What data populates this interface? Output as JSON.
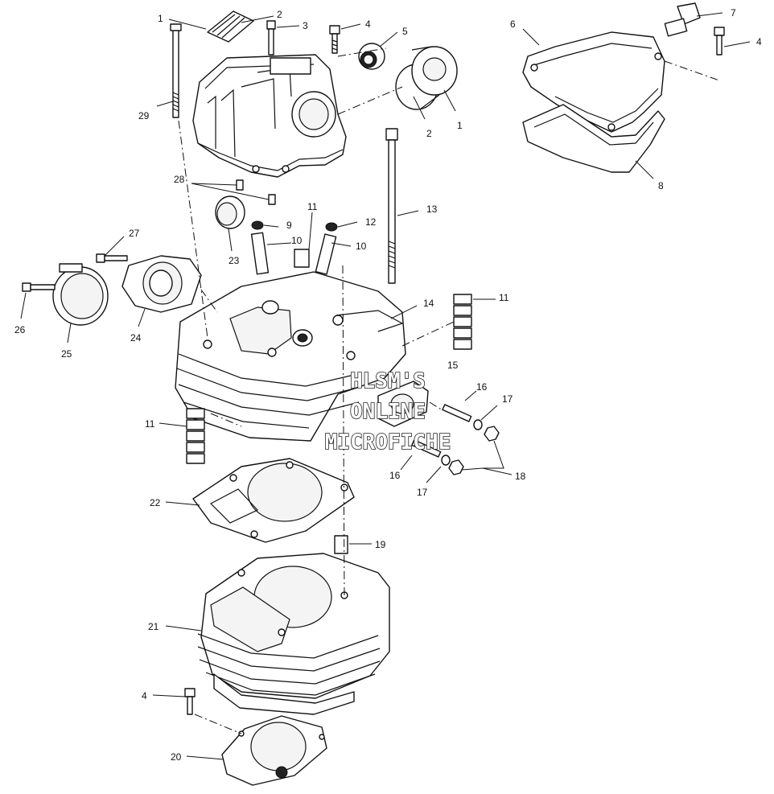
{
  "watermark": {
    "line1": "HLSM'S",
    "line2": "ONLINE",
    "line3": "MICROFICHE"
  },
  "callouts": [
    {
      "id": "c1a",
      "label": "1"
    },
    {
      "id": "c2a",
      "label": "2"
    },
    {
      "id": "c3",
      "label": "3"
    },
    {
      "id": "c4a",
      "label": "4"
    },
    {
      "id": "c5",
      "label": "5"
    },
    {
      "id": "c6",
      "label": "6"
    },
    {
      "id": "c7",
      "label": "7"
    },
    {
      "id": "c4b",
      "label": "4"
    },
    {
      "id": "c29",
      "label": "29"
    },
    {
      "id": "c2b",
      "label": "2"
    },
    {
      "id": "c1b",
      "label": "1"
    },
    {
      "id": "c8",
      "label": "8"
    },
    {
      "id": "c28",
      "label": "28"
    },
    {
      "id": "c11a",
      "label": "11"
    },
    {
      "id": "c13",
      "label": "13"
    },
    {
      "id": "c9",
      "label": "9"
    },
    {
      "id": "c12",
      "label": "12"
    },
    {
      "id": "c10a",
      "label": "10"
    },
    {
      "id": "c10b",
      "label": "10"
    },
    {
      "id": "c27",
      "label": "27"
    },
    {
      "id": "c23",
      "label": "23"
    },
    {
      "id": "c11b",
      "label": "11"
    },
    {
      "id": "c14",
      "label": "14"
    },
    {
      "id": "c26",
      "label": "26"
    },
    {
      "id": "c24",
      "label": "24"
    },
    {
      "id": "c25",
      "label": "25"
    },
    {
      "id": "c15",
      "label": "15"
    },
    {
      "id": "c16a",
      "label": "16"
    },
    {
      "id": "c17a",
      "label": "17"
    },
    {
      "id": "c11c",
      "label": "11"
    },
    {
      "id": "c16b",
      "label": "16"
    },
    {
      "id": "c18",
      "label": "18"
    },
    {
      "id": "c17b",
      "label": "17"
    },
    {
      "id": "c22",
      "label": "22"
    },
    {
      "id": "c19",
      "label": "19"
    },
    {
      "id": "c21",
      "label": "21"
    },
    {
      "id": "c4c",
      "label": "4"
    },
    {
      "id": "c20",
      "label": "20"
    }
  ]
}
